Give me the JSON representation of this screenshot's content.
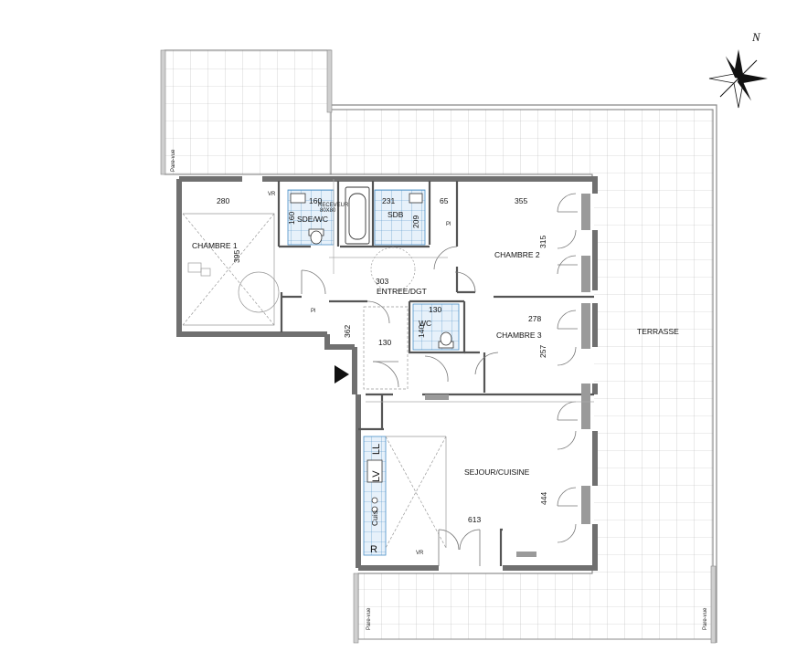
{
  "north_label": "N",
  "rooms": {
    "chambre1": "CHAMBRE 1",
    "sde_wc": "SDE/WC",
    "sdb": "SDB",
    "chambre2": "CHAMBRE 2",
    "entree": "ENTREE/DGT",
    "wc": "WC",
    "chambre3": "CHAMBRE 3",
    "terrasse": "TERRASSE",
    "sejour": "SEJOUR/CUISINE"
  },
  "dimensions": {
    "c1_w": "280",
    "c1_h": "395",
    "sde_w": "160",
    "sde_h": "160",
    "sdb_w": "231",
    "sdb_h": "209",
    "gap_w": "65",
    "c2_w": "355",
    "c2_h": "315",
    "entree_w": "303",
    "entree_h": "362",
    "entree_w2": "130",
    "wc_w": "130",
    "wc_h": "140",
    "c3_w": "278",
    "c3_h": "257",
    "sejour_w": "613",
    "sejour_h": "444"
  },
  "fixtures": {
    "ll": "LL",
    "lv": "LV",
    "cuis": "Cuis.",
    "r": "R",
    "pl": "Pl",
    "vr": "VR",
    "receveur": "RECEVEUR",
    "receveur_size": "80X80",
    "pare_vue": "Pare-vue"
  }
}
